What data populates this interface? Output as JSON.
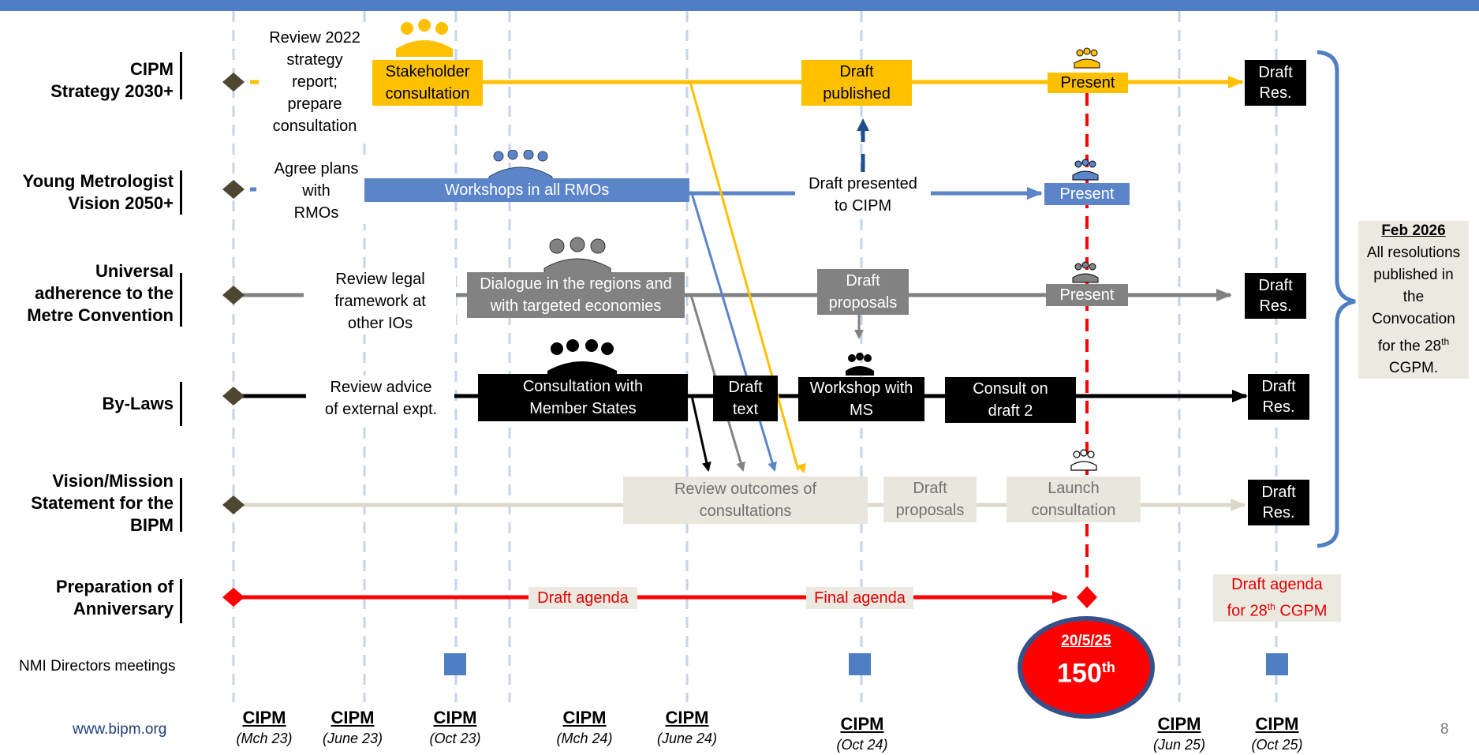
{
  "rows": [
    {
      "label": "CIPM Strategy 2030+",
      "line1": "CIPM",
      "line2": "Strategy 2030+",
      "color": "#ffc000"
    },
    {
      "label": "Young Metrologist Vision 2050+",
      "line1": "Young Metrologist",
      "line2": "Vision 2050+",
      "color": "#5b84c9"
    },
    {
      "label": "Universal adherence to the Metre Convention",
      "line1": "Universal",
      "line2": "adherence to the",
      "line3": "Metre Convention",
      "color": "#828282"
    },
    {
      "label": "By-Laws",
      "line1": "By-Laws",
      "color": "#000000"
    },
    {
      "label": "Vision/Mission Statement for the BIPM",
      "line1": "Vision/Mission",
      "line2": "Statement for the",
      "line3": "BIPM",
      "color": "#d6d3c4"
    },
    {
      "label": "Preparation of Anniversary",
      "line1": "Preparation of",
      "line2": "Anniversary",
      "color": "#ff0000"
    }
  ],
  "nmi_label": "NMI Directors meetings",
  "strategy": {
    "review_l1": "Review 2022",
    "review_l2": "strategy",
    "review_l3": "report;",
    "review_l4": "prepare",
    "review_l5": "consultation",
    "stake_l1": "Stakeholder",
    "stake_l2": "consultation",
    "draft_l1": "Draft",
    "draft_l2": "published",
    "present": "Present",
    "res_l1": "Draft",
    "res_l2": "Res."
  },
  "young": {
    "agree_l1": "Agree plans",
    "agree_l2": "with",
    "agree_l3": "RMOs",
    "workshops": "Workshops in all RMOs",
    "presented_l1": "Draft presented",
    "presented_l2": "to CIPM",
    "present": "Present"
  },
  "metre": {
    "review_l1": "Review legal",
    "review_l2": "framework at",
    "review_l3": "other IOs",
    "dialogue_l1": "Dialogue in the regions and",
    "dialogue_l2": "with targeted economies",
    "proposals_l1": "Draft",
    "proposals_l2": "proposals",
    "present": "Present",
    "res_l1": "Draft",
    "res_l2": "Res."
  },
  "bylaws": {
    "review_l1": "Review advice",
    "review_l2": "of external expt.",
    "consult_l1": "Consultation with",
    "consult_l2": "Member States",
    "text_l1": "Draft",
    "text_l2": "text",
    "workshop_l1": "Workshop with",
    "workshop_l2": "MS",
    "consult2_l1": "Consult on",
    "consult2_l2": "draft 2",
    "res_l1": "Draft",
    "res_l2": "Res."
  },
  "vision": {
    "review_l1": "Review outcomes of",
    "review_l2": "consultations",
    "proposals_l1": "Draft",
    "proposals_l2": "proposals",
    "launch_l1": "Launch",
    "launch_l2": "consultation",
    "res_l1": "Draft",
    "res_l2": "Res."
  },
  "anniversary": {
    "draft_agenda": "Draft agenda",
    "final_agenda": "Final agenda",
    "cgpm_l1": "Draft agenda",
    "cgpm_l2_pre": "for 28",
    "cgpm_l2_sup": "th",
    "cgpm_l2_post": " CGPM"
  },
  "feb": {
    "title": "Feb 2026",
    "l1": "All resolutions",
    "l2": "published in",
    "l3": "the",
    "l4": "Convocation",
    "l5_pre": "for the 28",
    "l5_sup": "th",
    "l6": "CGPM."
  },
  "anniversary_oval": {
    "date": "20/5/25",
    "num": "150",
    "sup": "th"
  },
  "cipm_meetings": [
    {
      "name": "CIPM",
      "date": "(Mch 23)"
    },
    {
      "name": "CIPM",
      "date": "(June 23)"
    },
    {
      "name": "CIPM",
      "date": "(Oct 23)"
    },
    {
      "name": "CIPM",
      "date": "(Mch 24)"
    },
    {
      "name": "CIPM",
      "date": "(June 24)"
    },
    {
      "name": "CIPM",
      "date": "(Oct 24)"
    },
    {
      "name": "CIPM",
      "date": "(Jun 25)"
    },
    {
      "name": "CIPM",
      "date": "(Oct 25)"
    }
  ],
  "footer": {
    "url": "www.bipm.org",
    "page": "8"
  }
}
